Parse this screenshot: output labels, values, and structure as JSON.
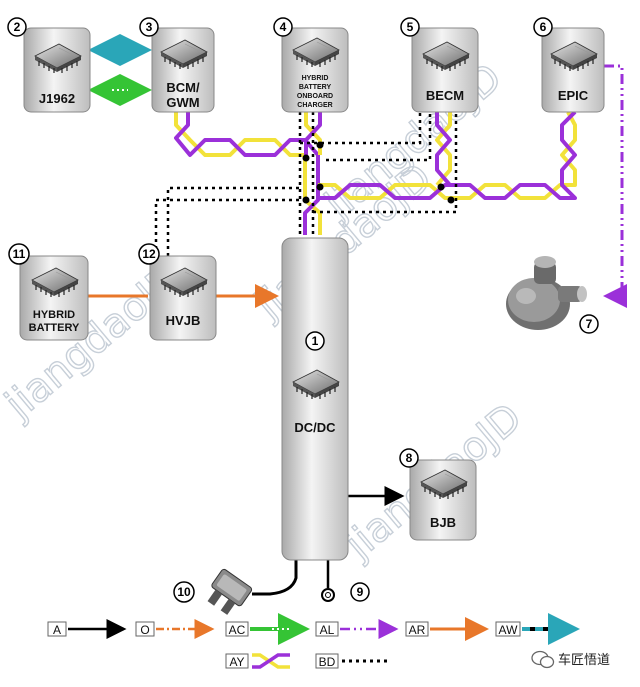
{
  "nodes": {
    "n1": {
      "number": "1",
      "label": "DC/DC"
    },
    "n2": {
      "number": "2",
      "label": "J1962"
    },
    "n3": {
      "number": "3",
      "label_line1": "BCM/",
      "label_line2": "GWM"
    },
    "n4": {
      "number": "4",
      "label_line1": "HYBRID",
      "label_line2": "BATTERY",
      "label_line3": "ONBOARD",
      "label_line4": "CHARGER"
    },
    "n5": {
      "number": "5",
      "label": "BECM"
    },
    "n6": {
      "number": "6",
      "label": "EPIC"
    },
    "n7": {
      "number": "7"
    },
    "n8": {
      "number": "8",
      "label": "BJB"
    },
    "n9": {
      "number": "9"
    },
    "n10": {
      "number": "10"
    },
    "n11": {
      "number": "11",
      "label_line1": "HYBRID",
      "label_line2": "BATTERY"
    },
    "n12": {
      "number": "12",
      "label": "HVJB"
    }
  },
  "legend": {
    "A": "A",
    "O": "O",
    "AC": "AC",
    "AL": "AL",
    "AR": "AR",
    "AW": "AW",
    "AY": "AY",
    "BD": "BD"
  },
  "watermark": "jiangdaoJD",
  "brand": "车匠悟道",
  "colors": {
    "purple": "#9b30d9",
    "yellow": "#f2e23a",
    "orange": "#e8772a",
    "green": "#35c435",
    "teal": "#2aa6b8",
    "black": "#000000"
  }
}
